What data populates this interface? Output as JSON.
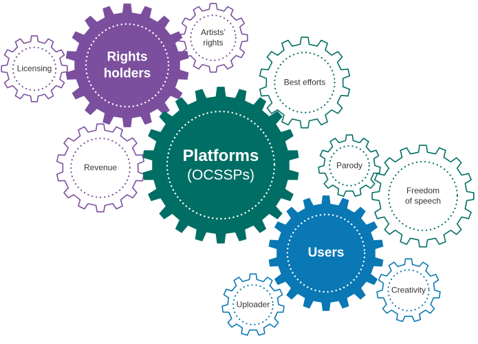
{
  "colors": {
    "purple": "#7b4f9d",
    "teal": "#006e64",
    "blue": "#0a78b4",
    "white": "#ffffff"
  },
  "gears": {
    "rights_holders": {
      "lines": [
        "Rights",
        "holders"
      ],
      "color": "purple",
      "filled": true
    },
    "platforms": {
      "lines": [
        "Platforms",
        "(OCSSPs)"
      ],
      "color": "teal",
      "filled": true
    },
    "users": {
      "lines": [
        "Users"
      ],
      "color": "blue",
      "filled": true
    },
    "licensing": {
      "lines": [
        "Licensing"
      ],
      "color": "purple",
      "filled": false
    },
    "artists_rights": {
      "lines": [
        "Artists’",
        "rights"
      ],
      "color": "purple",
      "filled": false
    },
    "revenue": {
      "lines": [
        "Revenue"
      ],
      "color": "purple",
      "filled": false
    },
    "best_efforts": {
      "lines": [
        "Best efforts"
      ],
      "color": "teal",
      "filled": false
    },
    "parody": {
      "lines": [
        "Parody"
      ],
      "color": "teal",
      "filled": false
    },
    "freedom_of_speech": {
      "lines": [
        "Freedom",
        "of speech"
      ],
      "color": "teal",
      "filled": false
    },
    "uploader": {
      "lines": [
        "Uploader"
      ],
      "color": "blue",
      "filled": false
    },
    "creativity": {
      "lines": [
        "Creativity"
      ],
      "color": "blue",
      "filled": false
    }
  }
}
